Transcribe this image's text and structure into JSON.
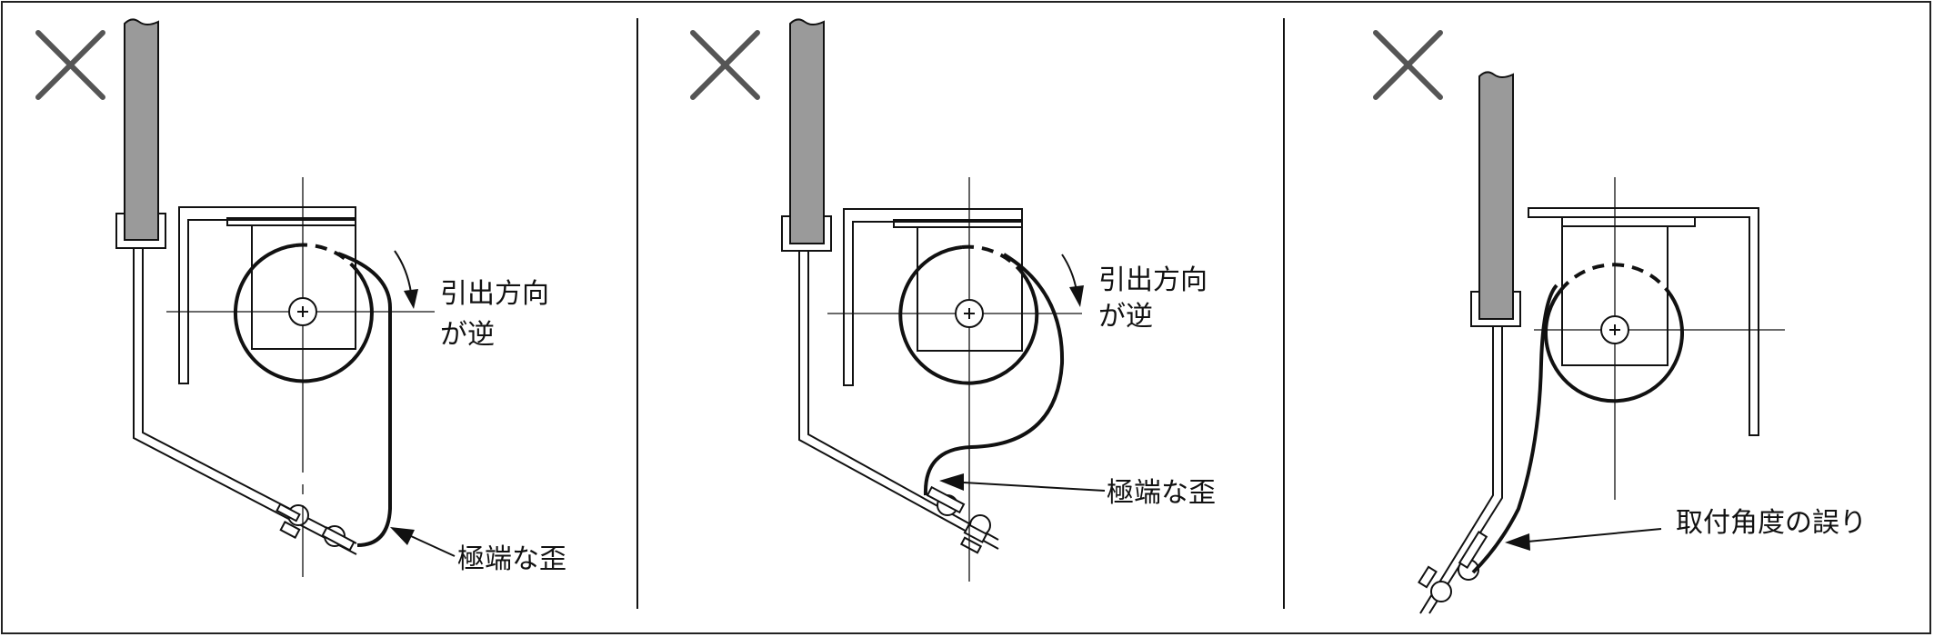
{
  "panels": [
    {
      "labels": [
        "引出方向",
        "が逆",
        "極端な歪"
      ]
    },
    {
      "labels": [
        "引出方向",
        "が逆",
        "極端な歪"
      ]
    },
    {
      "labels": [
        "取付角度の誤り"
      ]
    }
  ],
  "colors": {
    "rod": "#9a9a9a",
    "line": "#111111",
    "xmark": "#555555"
  },
  "icons": [
    "cross-mark-icon"
  ]
}
